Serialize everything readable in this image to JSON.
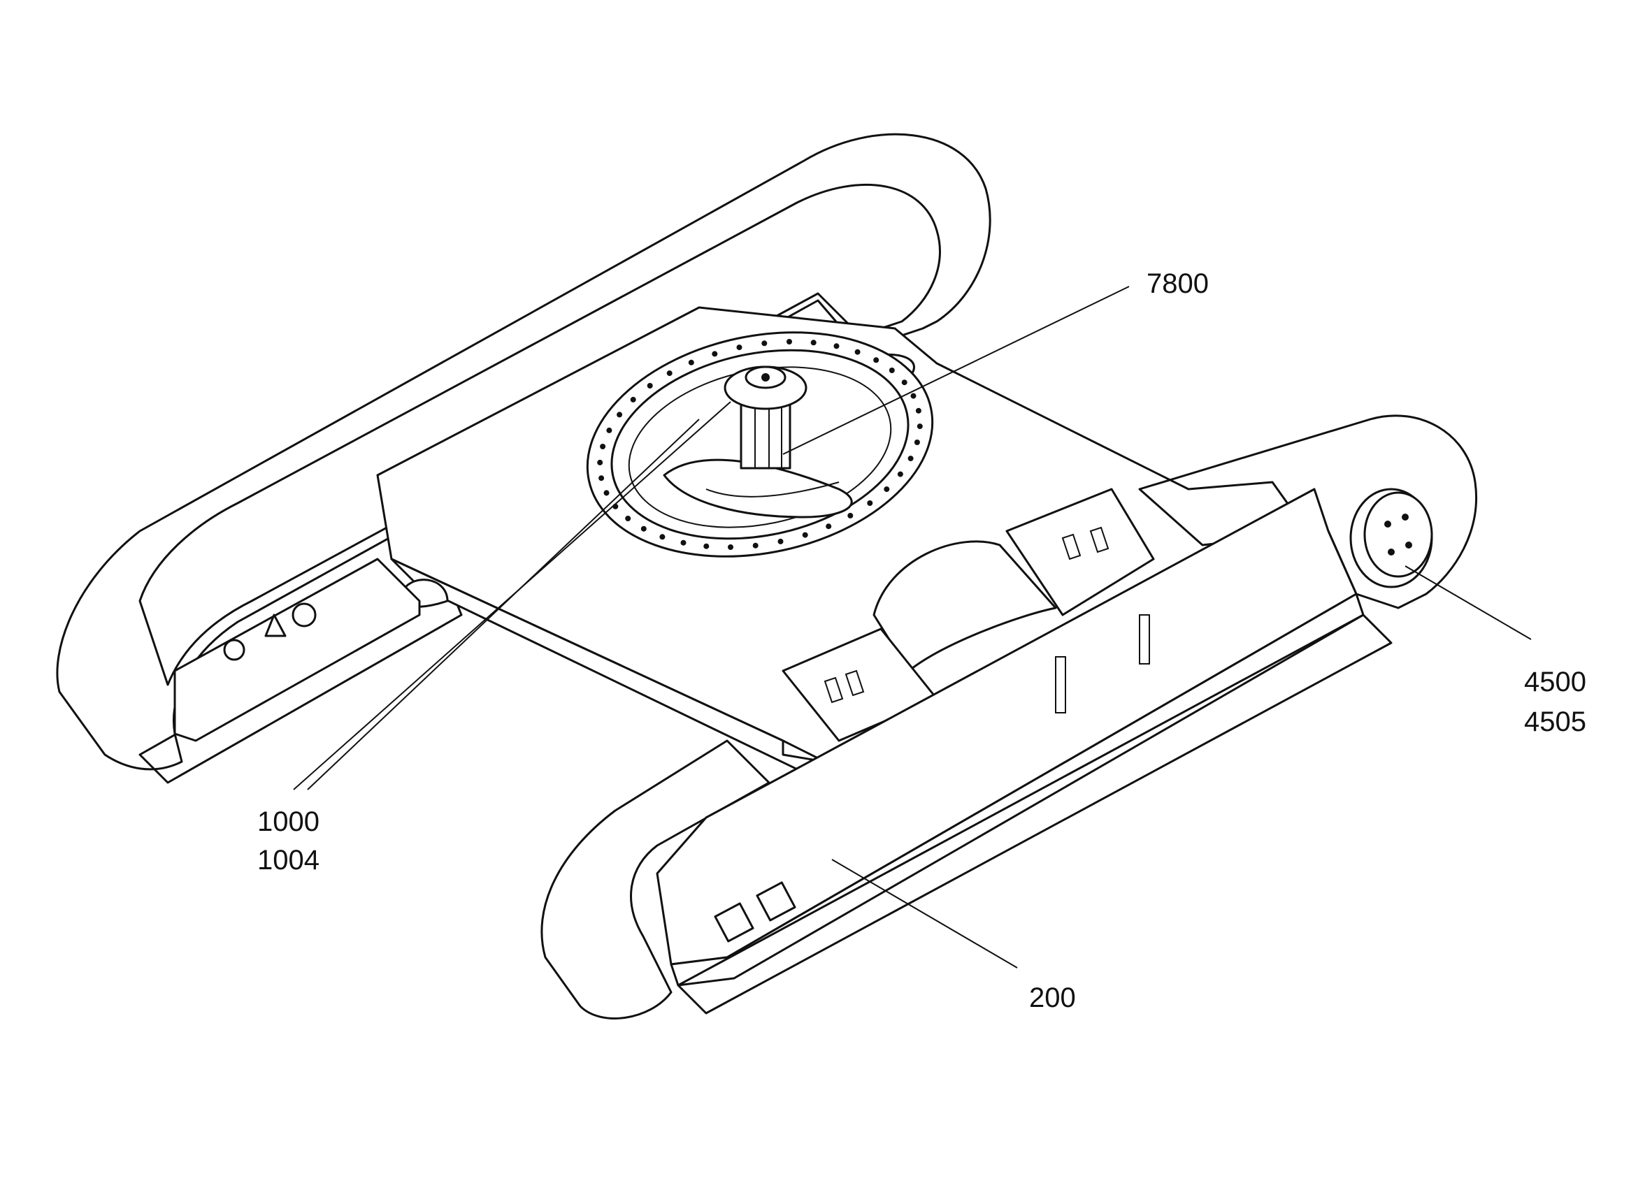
{
  "figure": {
    "labels": {
      "turntable_bearing": "7800",
      "carbody_frame": [
        "1000",
        "1004"
      ],
      "drive_motor": [
        "4500",
        "4505"
      ],
      "track_frame": "200"
    }
  }
}
